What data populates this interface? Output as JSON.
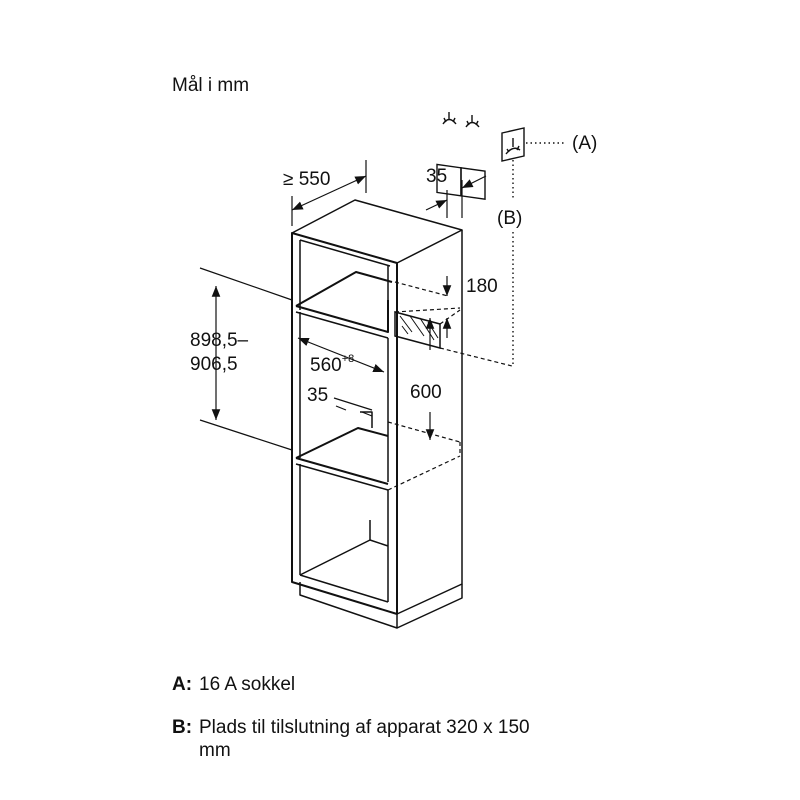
{
  "title": "Mål i mm",
  "labels": {
    "socket_a": "(A)",
    "area_b": "(B)",
    "depth": "≥ 550",
    "rear_gap": "35",
    "connection_height": "180",
    "cabinet_height_line1": "898,5–",
    "cabinet_height_line2": "906,5",
    "inner_width": "560",
    "inner_width_tolerance": "+8",
    "front_gap": "35",
    "shelf_spacing": "600"
  },
  "legend": [
    {
      "key": "A:",
      "text": "16 A sokkel"
    },
    {
      "key": "B:",
      "text": "Plads til tilslutning af apparat 320 x 150 mm"
    }
  ],
  "colors": {
    "line": "#111111",
    "background": "#ffffff"
  }
}
